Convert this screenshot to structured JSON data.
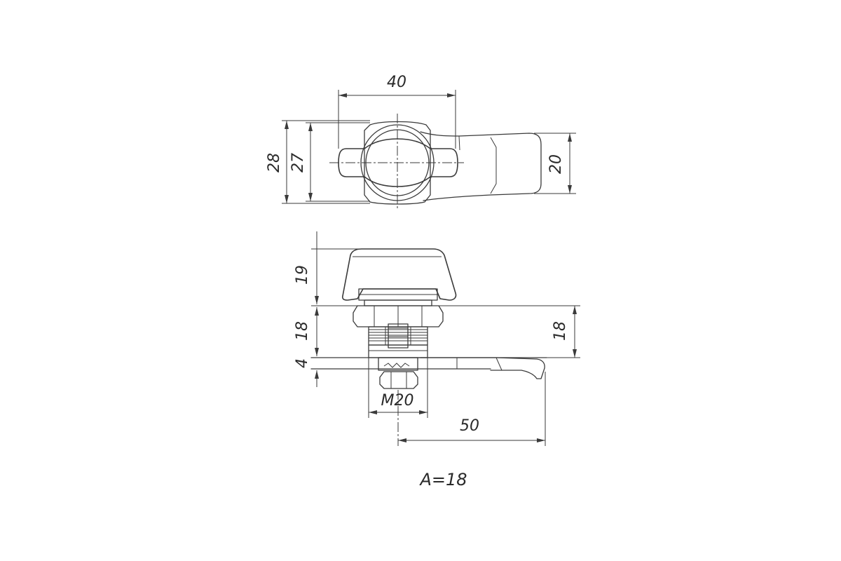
{
  "dimensions": {
    "top_width": "40",
    "outer_height": "28",
    "inner_height": "27",
    "handle_width": "20",
    "knob_height": "19",
    "body_height": "18",
    "body_height_right": "18",
    "panel_thickness": "4",
    "thread": "M20",
    "cam_length": "50"
  },
  "note": "A=18"
}
